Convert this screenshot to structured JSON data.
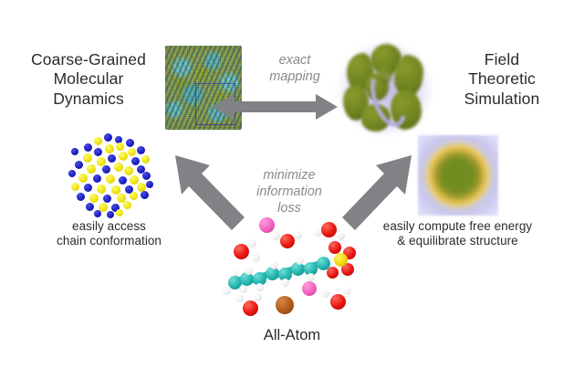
{
  "figure": {
    "kind": "multiscale-simulation-schematic",
    "background_color": "#ffffff"
  },
  "nodes": {
    "coarse_grained": {
      "title": "Coarse-Grained\nMolecular\nDynamics",
      "caption": "easily access\nchain conformation",
      "snapshot_name": "coarse-grained-melt-snapshot",
      "micelle_name": "coarse-grained-micelle-beads",
      "colors": {
        "polymer_teal": "#5fb6c6",
        "polymer_olive": "#97a63a",
        "simulation_cell_outline": "#4b3f91",
        "bead_yellow": "#f0e312",
        "bead_blue": "#1c1fc4"
      }
    },
    "field_theoretic": {
      "title": "Field\nTheoretic\nSimulation",
      "caption": "easily compute free energy\n& equilibrate structure",
      "blob_name": "field-theoretic-gyroid-blob",
      "density_name": "field-theoretic-micelle-density",
      "colors": {
        "field_olive": "#6f8420",
        "field_gold": "#d9b84a",
        "field_lavender": "#c9c8ee"
      }
    },
    "all_atom": {
      "title": "All-Atom",
      "molecule_name": "all-atom-surfactant-molecule",
      "colors": {
        "carbon": "#22b3ad",
        "oxygen": "#e8140f",
        "hydrogen": "#f0f0f0",
        "sulfur": "#f2d806",
        "counterion_pink": "#f25fc0",
        "counterion_brown": "#b05a18"
      }
    }
  },
  "arrows": {
    "color": "#808285",
    "horizontal": {
      "label": "exact\nmapping",
      "name": "exact-mapping-arrow",
      "direction": "bidirectional"
    },
    "left_diagonal": {
      "name": "all-atom-to-coarse-grained-arrow",
      "direction": "up-left"
    },
    "right_diagonal": {
      "name": "all-atom-to-field-theoretic-arrow",
      "direction": "up-right"
    },
    "center_label": {
      "label": "minimize\ninformation\nloss",
      "name": "minimize-information-loss-label"
    }
  }
}
